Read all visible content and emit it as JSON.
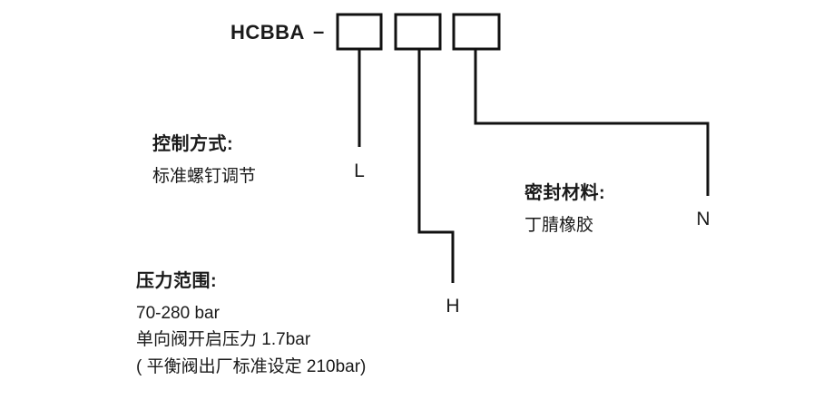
{
  "diagram": {
    "model_code": {
      "prefix": "HCBBA",
      "separator": "–",
      "slots": [
        "",
        "",
        ""
      ]
    },
    "code_letters": {
      "slot1": "L",
      "slot2": "H",
      "slot3": "N"
    },
    "annotations": {
      "control": {
        "title": "控制方式:",
        "lines": [
          "标准螺钉调节"
        ],
        "code": "L"
      },
      "pressure": {
        "title": "压力范围:",
        "lines": [
          "70-280 bar",
          "单向阀开启压力 1.7bar",
          "( 平衡阀出厂标准设定 210bar)"
        ],
        "code": "H"
      },
      "seal": {
        "title": "密封材料:",
        "lines": [
          "丁腈橡胶"
        ],
        "code": "N"
      }
    },
    "colors": {
      "line": "#111111",
      "text": "#1a1a1a",
      "background": "#ffffff"
    }
  }
}
